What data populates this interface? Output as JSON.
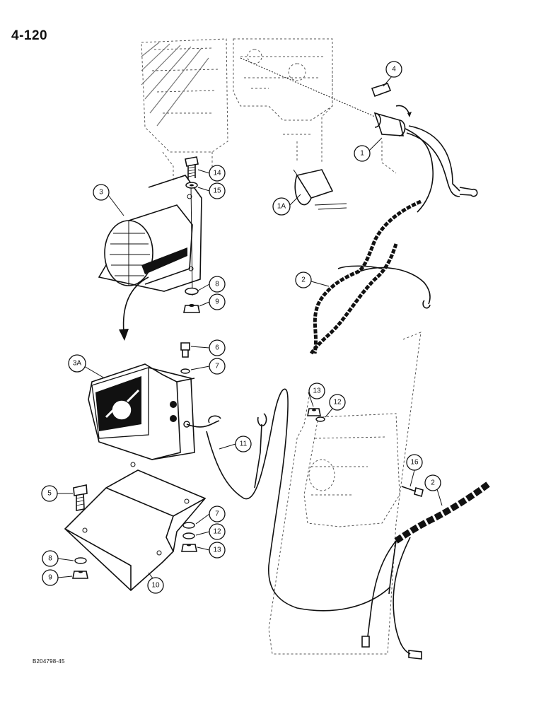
{
  "page": {
    "number": "4-120",
    "drawing_code": "B204798-45"
  },
  "callouts": [
    {
      "id": "c1",
      "label": "1"
    },
    {
      "id": "c1a",
      "label": "1A"
    },
    {
      "id": "c2a",
      "label": "2"
    },
    {
      "id": "c2b",
      "label": "2"
    },
    {
      "id": "c3",
      "label": "3"
    },
    {
      "id": "c3a",
      "label": "3A"
    },
    {
      "id": "c4",
      "label": "4"
    },
    {
      "id": "c5",
      "label": "5"
    },
    {
      "id": "c6",
      "label": "6"
    },
    {
      "id": "c7a",
      "label": "7"
    },
    {
      "id": "c7b",
      "label": "7"
    },
    {
      "id": "c8a",
      "label": "8"
    },
    {
      "id": "c8b",
      "label": "8"
    },
    {
      "id": "c9a",
      "label": "9"
    },
    {
      "id": "c9b",
      "label": "9"
    },
    {
      "id": "c10",
      "label": "10"
    },
    {
      "id": "c11",
      "label": "11"
    },
    {
      "id": "c12a",
      "label": "12"
    },
    {
      "id": "c12b",
      "label": "12"
    },
    {
      "id": "c13a",
      "label": "13"
    },
    {
      "id": "c13b",
      "label": "13"
    },
    {
      "id": "c14",
      "label": "14"
    },
    {
      "id": "c15",
      "label": "15"
    },
    {
      "id": "c16",
      "label": "16"
    }
  ]
}
